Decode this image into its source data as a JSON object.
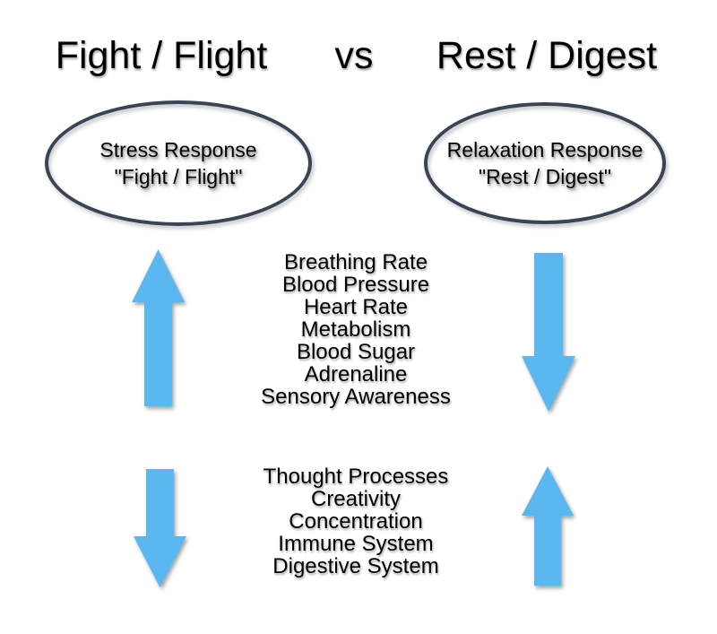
{
  "title": {
    "left": "Fight / Flight",
    "middle": "vs",
    "right": "Rest / Digest"
  },
  "bubbles": {
    "left": {
      "line1": "Stress Response",
      "line2": "\"Fight / Flight\""
    },
    "right": {
      "line1": "Relaxation Response",
      "line2": "\"Rest / Digest\""
    }
  },
  "groups": [
    {
      "left_arrow": "up",
      "right_arrow": "down",
      "items": [
        "Breathing Rate",
        "Blood Pressure",
        "Heart Rate",
        "Metabolism",
        "Blood Sugar",
        "Adrenaline",
        "Sensory Awareness"
      ]
    },
    {
      "left_arrow": "down",
      "right_arrow": "up",
      "items": [
        "Thought Processes",
        "Creativity",
        "Concentration",
        "Immune System",
        "Digestive System"
      ]
    }
  ],
  "colors": {
    "arrow_blue": "#5AB7EF",
    "ellipse_stroke": "#394556",
    "text": "#000000",
    "background": "#FFFFFF"
  }
}
